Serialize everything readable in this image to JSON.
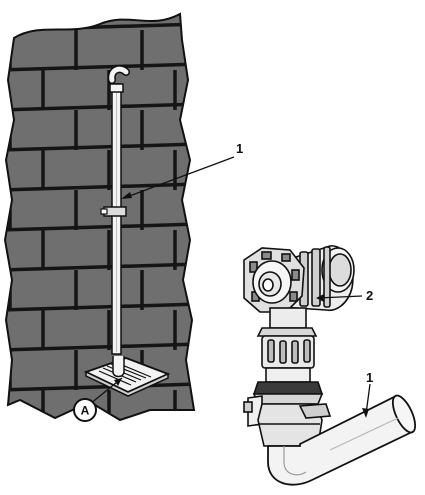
{
  "callouts": {
    "wall_pipe": "1",
    "fitting": "2",
    "hose": "1",
    "drain": "A"
  },
  "colors": {
    "wall": "#6f6f6f",
    "mortar": "#151515",
    "metal": "#e8e8e8",
    "outline": "#111111"
  }
}
